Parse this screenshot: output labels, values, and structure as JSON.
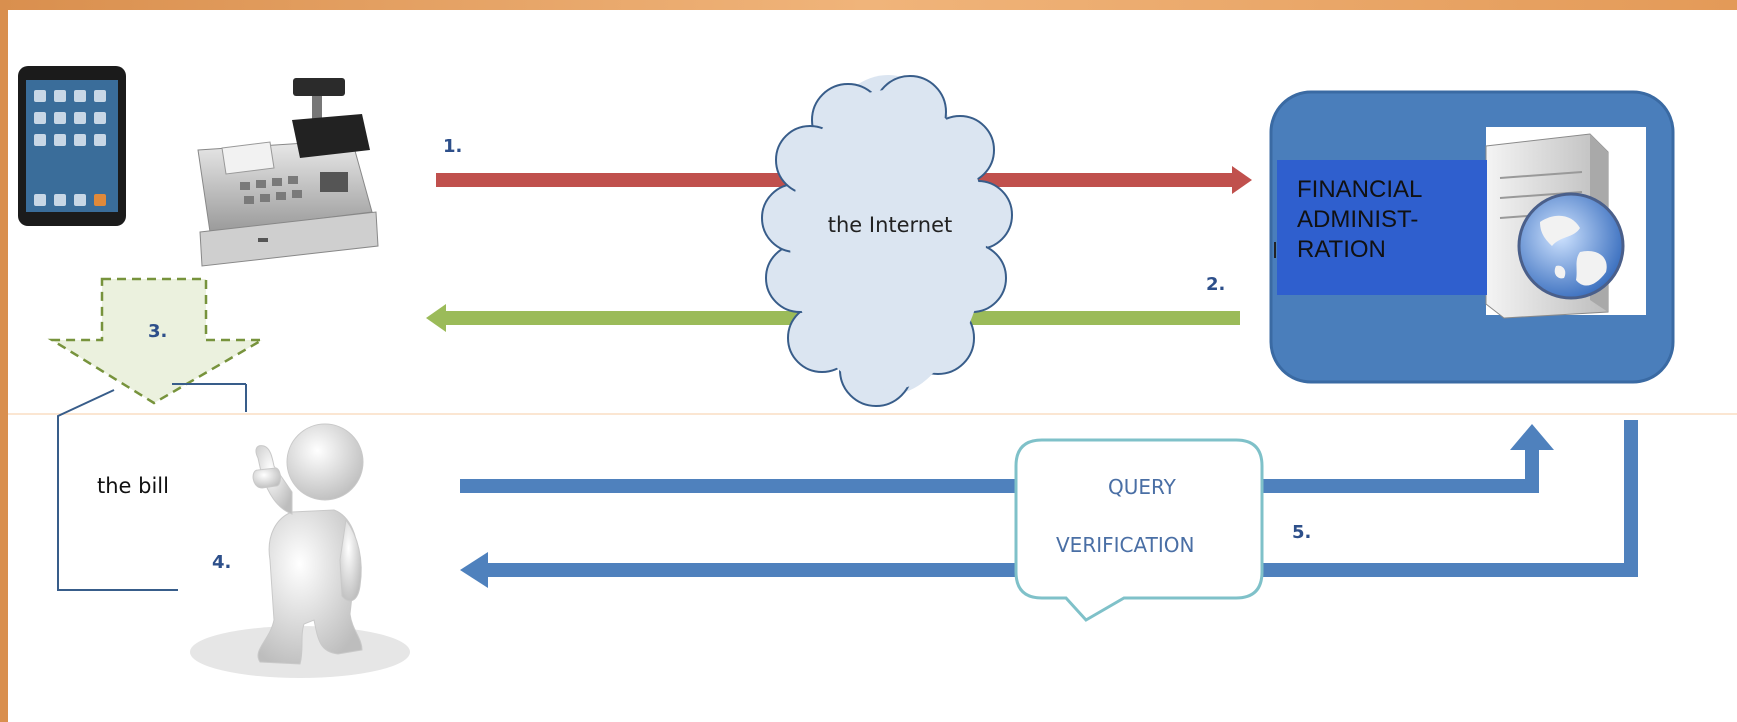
{
  "steps": {
    "s1": "1.",
    "s2": "2.",
    "s3": "3.",
    "s4": "4.",
    "s5": "5."
  },
  "internet": {
    "label": "the Internet"
  },
  "bill": {
    "label": "the bill"
  },
  "financial_administration": {
    "line1": "FINANCIAL",
    "line2": "ADMINIST-",
    "line3": "RATION"
  },
  "query_bubble": {
    "line1": "QUERY",
    "line2": "VERIFICATION"
  },
  "colors": {
    "arrow_request": "#c0504d",
    "arrow_response": "#9bbb59",
    "arrow_query": "#4f81bd",
    "server_panel": "#4a7ebb",
    "label_box": "#2f5fce",
    "cloud_fill": "#dbe5f1",
    "cloud_stroke": "#385d8a",
    "step3_arrow_fill": "#ebf1de",
    "step3_arrow_stroke": "#77933c",
    "bubble_stroke": "#7fc1c9",
    "step_text": "#2d4f8a"
  }
}
